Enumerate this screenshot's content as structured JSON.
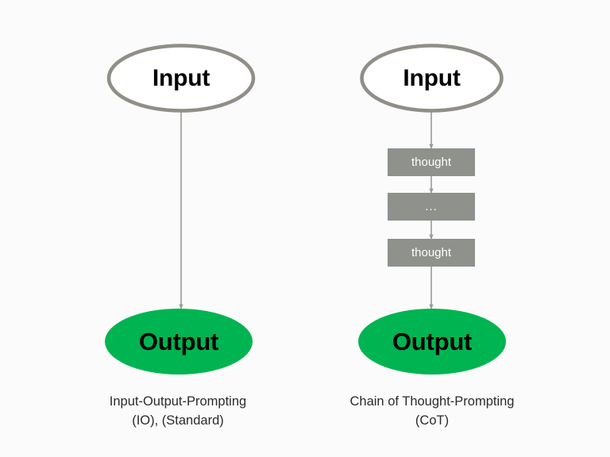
{
  "figure": {
    "background_color": "#fbfbfb",
    "palette": {
      "ellipse_stroke": "#908e87",
      "ellipse_fill": "#ffffff",
      "box_fill": "#8f918c",
      "box_text": "#ffffff",
      "output_fill": "#00b451",
      "connector": "#9a9a94",
      "caption_text": "#2b2b2b",
      "node_text": "#000000"
    }
  },
  "columns": [
    {
      "id": "io",
      "caption_line1": "Input-Output-Prompting",
      "caption_line2": "(IO), (Standard)",
      "nodes": [
        {
          "id": "input",
          "label": "Input",
          "shape": "ellipse"
        },
        {
          "id": "output",
          "label": "Output",
          "shape": "ellipse"
        }
      ]
    },
    {
      "id": "cot",
      "caption_line1": "Chain of Thought-Prompting",
      "caption_line2": "(CoT)",
      "nodes": [
        {
          "id": "input",
          "label": "Input",
          "shape": "ellipse"
        },
        {
          "id": "thought-1",
          "label": "thought",
          "shape": "rect"
        },
        {
          "id": "thought-dots",
          "label": "...",
          "shape": "rect"
        },
        {
          "id": "thought-2",
          "label": "thought",
          "shape": "rect"
        },
        {
          "id": "output",
          "label": "Output",
          "shape": "ellipse"
        }
      ]
    }
  ]
}
